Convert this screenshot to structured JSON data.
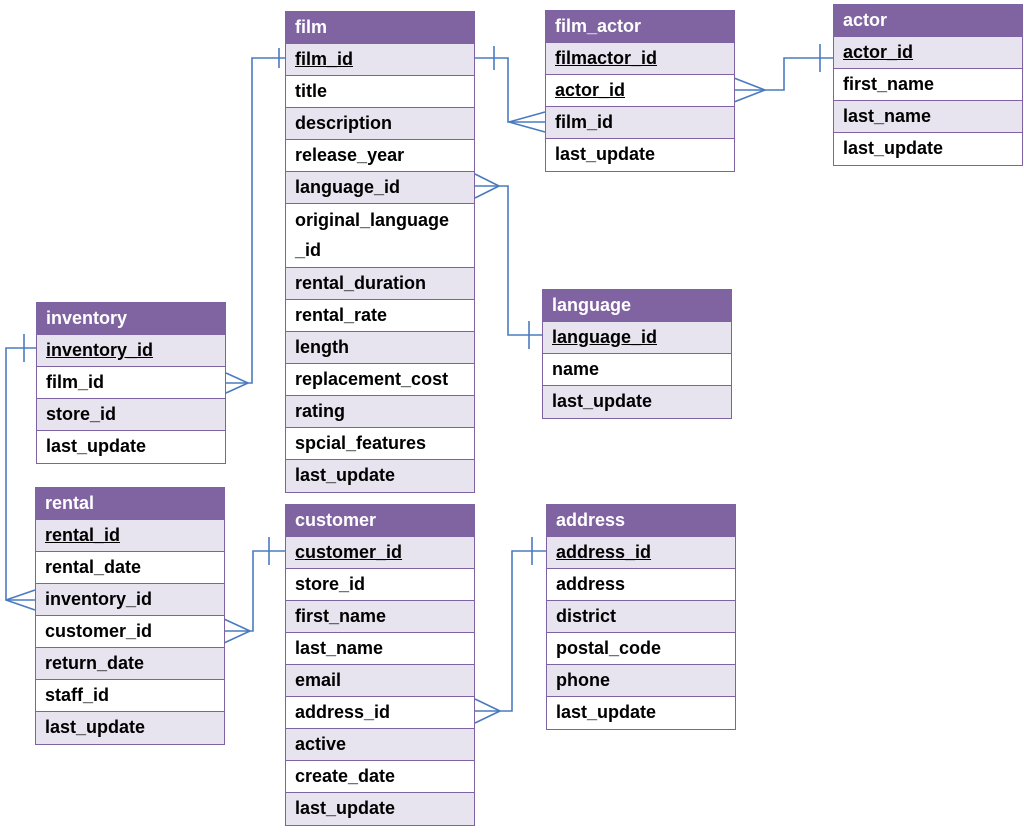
{
  "entities": {
    "film": {
      "title": "film",
      "fields": [
        "film_id",
        "title",
        "description",
        "release_year",
        "language_id",
        "original_language _id",
        "rental_duration",
        "rental_rate",
        "length",
        "replacement_cost",
        "rating",
        "spcial_features",
        "last_update"
      ]
    },
    "film_actor": {
      "title": "film_actor",
      "fields": [
        "filmactor_id",
        "actor_id",
        "film_id",
        "last_update"
      ]
    },
    "actor": {
      "title": "actor",
      "fields": [
        "actor_id",
        "first_name",
        "last_name",
        "last_update"
      ]
    },
    "language": {
      "title": "language",
      "fields": [
        "language_id",
        "name",
        "last_update"
      ]
    },
    "inventory": {
      "title": "inventory",
      "fields": [
        "inventory_id",
        "film_id",
        "store_id",
        "last_update"
      ]
    },
    "rental": {
      "title": "rental",
      "fields": [
        "rental_id",
        "rental_date",
        "inventory_id",
        "customer_id",
        "return_date",
        "staff_id",
        "last_update"
      ]
    },
    "customer": {
      "title": "customer",
      "fields": [
        "customer_id",
        "store_id",
        "first_name",
        "last_name",
        "email",
        "address_id",
        "active",
        "create_date",
        "last_update"
      ]
    },
    "address": {
      "title": "address",
      "fields": [
        "address_id",
        "address",
        "district",
        "postal_code",
        "phone",
        "last_update"
      ]
    }
  },
  "colors": {
    "header": "#8064a2",
    "border": "#7e63a3",
    "alt_row": "#e8e4ef",
    "connector": "#4a7bc0"
  }
}
